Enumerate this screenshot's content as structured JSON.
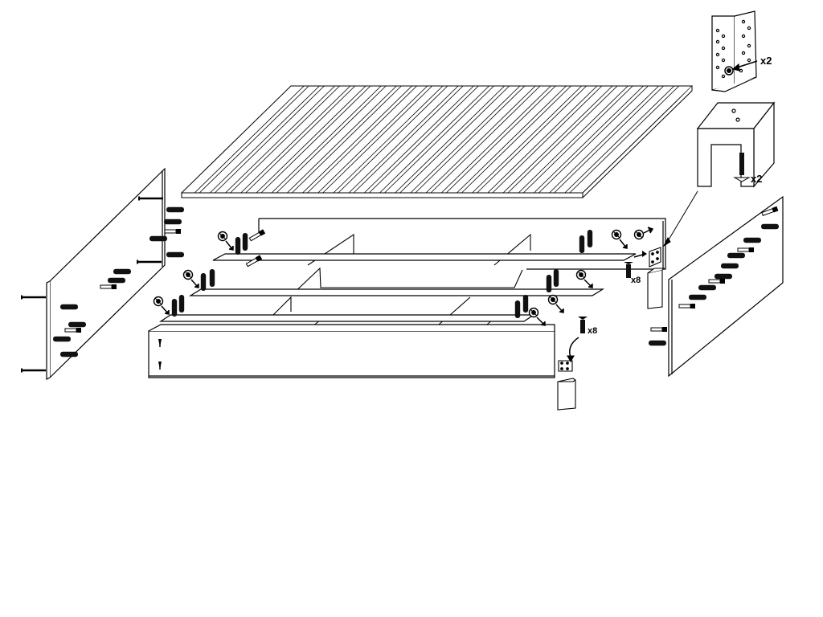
{
  "labels": {
    "bracket_qty": "x2",
    "leg_screw_qty": "x2",
    "corner_screw_qty": "x8",
    "front_screw_qty": "x8"
  },
  "colors": {
    "line": "#000000",
    "panel": "#ffffff",
    "leg": "#f2f2f2"
  },
  "icons": [
    "dowel-icon",
    "cam-lock-icon",
    "screw-icon",
    "corner-bracket-icon",
    "metal-bracket-icon"
  ]
}
